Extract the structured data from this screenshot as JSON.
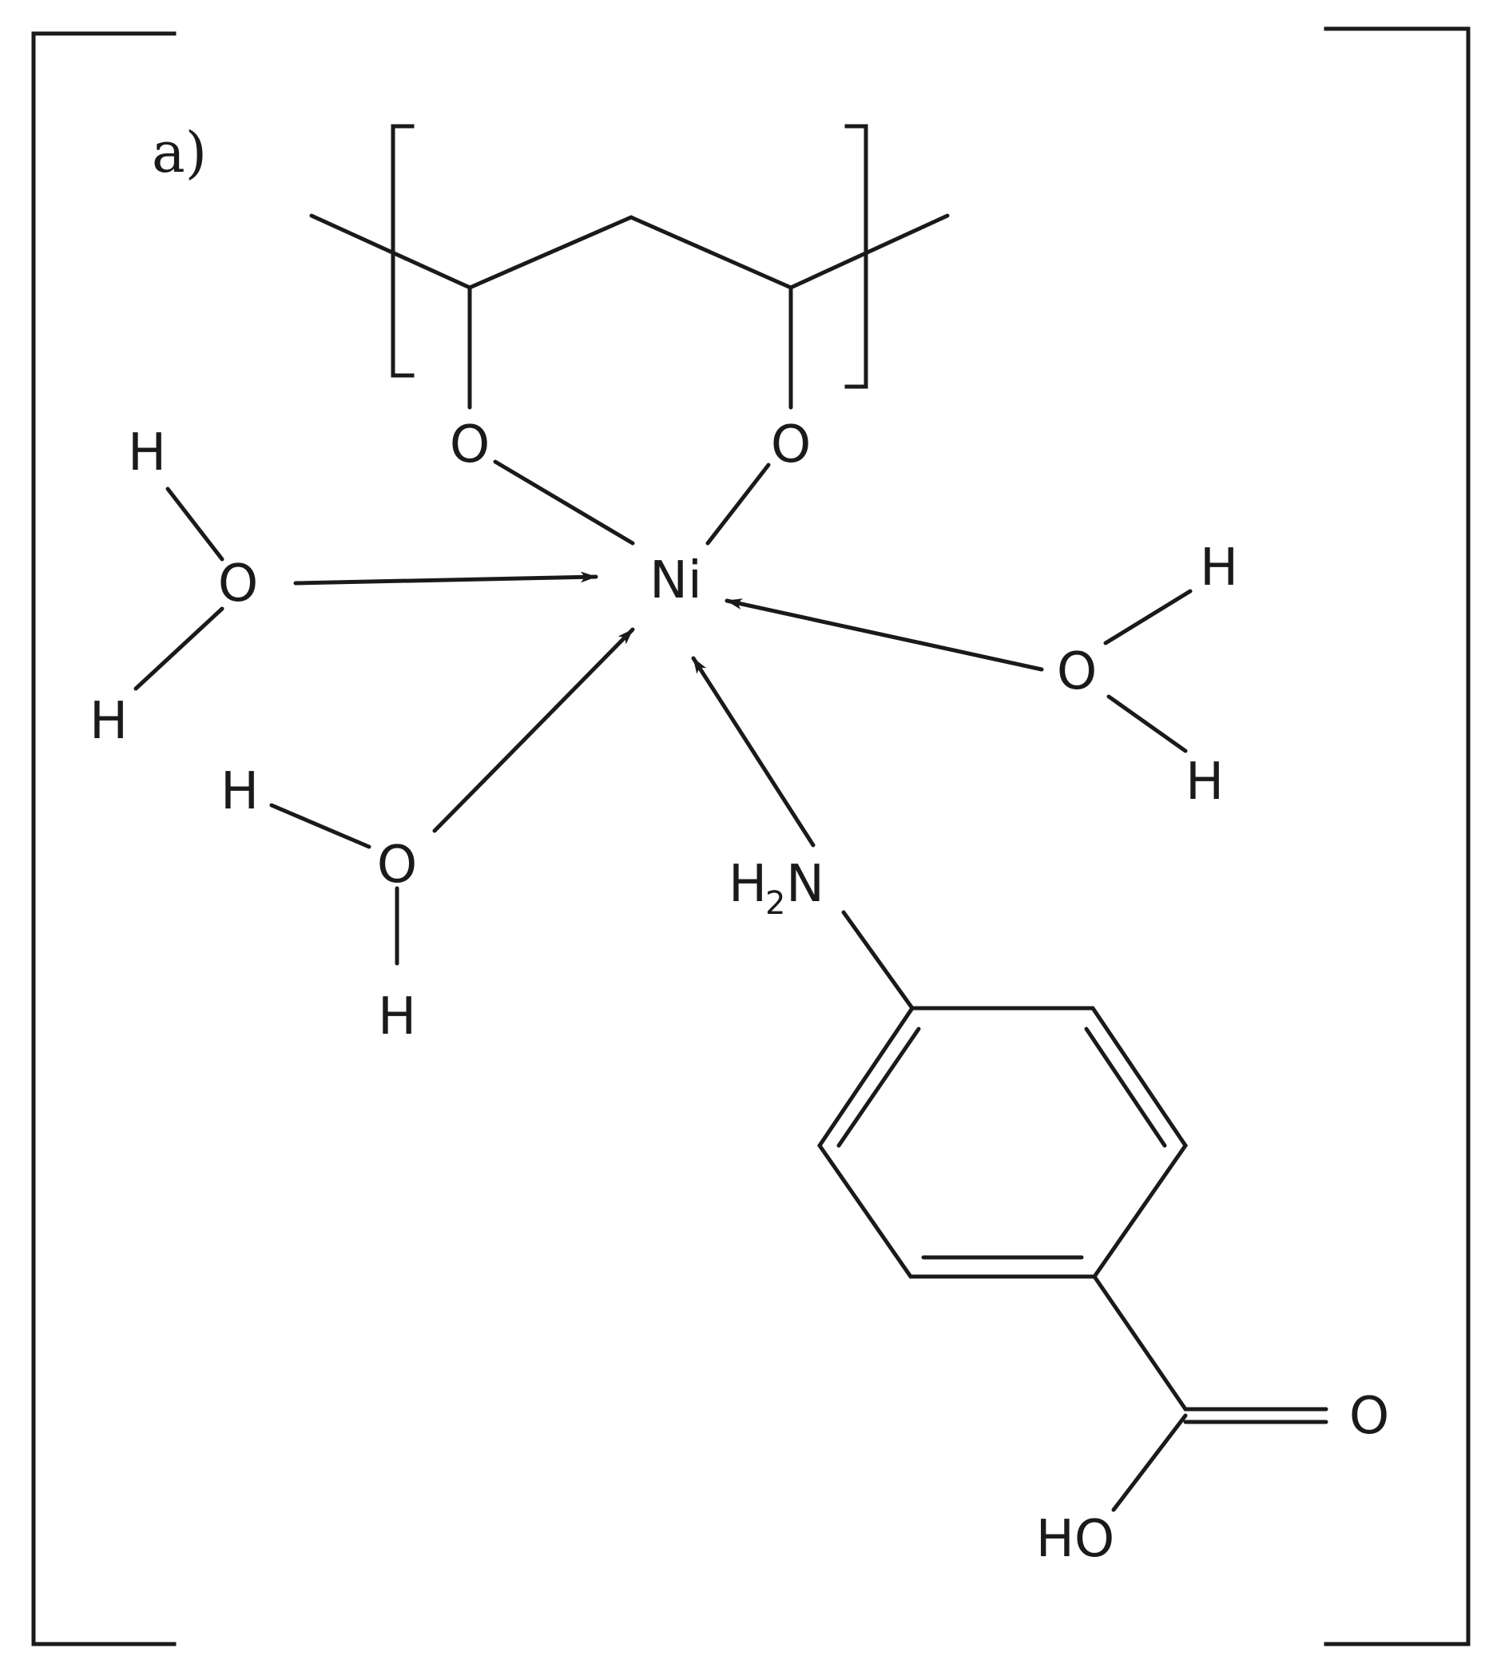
{
  "figure": {
    "panel_label": "a)",
    "metal": "Ni",
    "oxygen": "O",
    "hydrogen": "H",
    "amine_h": "H",
    "amine_sub": "2",
    "amine_n": "N",
    "carbonyl_o": "O",
    "hydroxyl": "HO"
  },
  "colors": {
    "ink": "#1a1a1a",
    "background": "#ffffff"
  }
}
